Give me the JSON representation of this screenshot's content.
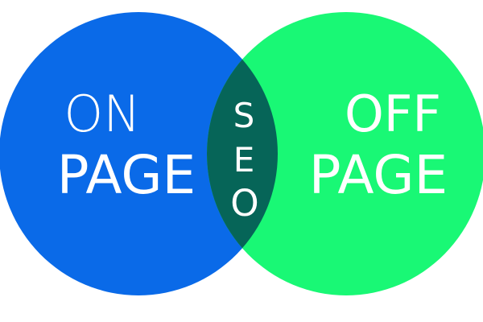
{
  "diagram": {
    "type": "venn",
    "background": "#ffffff",
    "circles": [
      {
        "id": "on-page",
        "label_line1": "ON",
        "label_line2": "PAGE",
        "color": "#0a6ae8"
      },
      {
        "id": "off-page",
        "label_line1": "OFF",
        "label_line2": "PAGE",
        "color": "#19f875"
      }
    ],
    "intersection": {
      "label": "SEO",
      "letters": [
        "S",
        "E",
        "O"
      ],
      "color": "#066558"
    },
    "text_color": "#ffffff"
  }
}
